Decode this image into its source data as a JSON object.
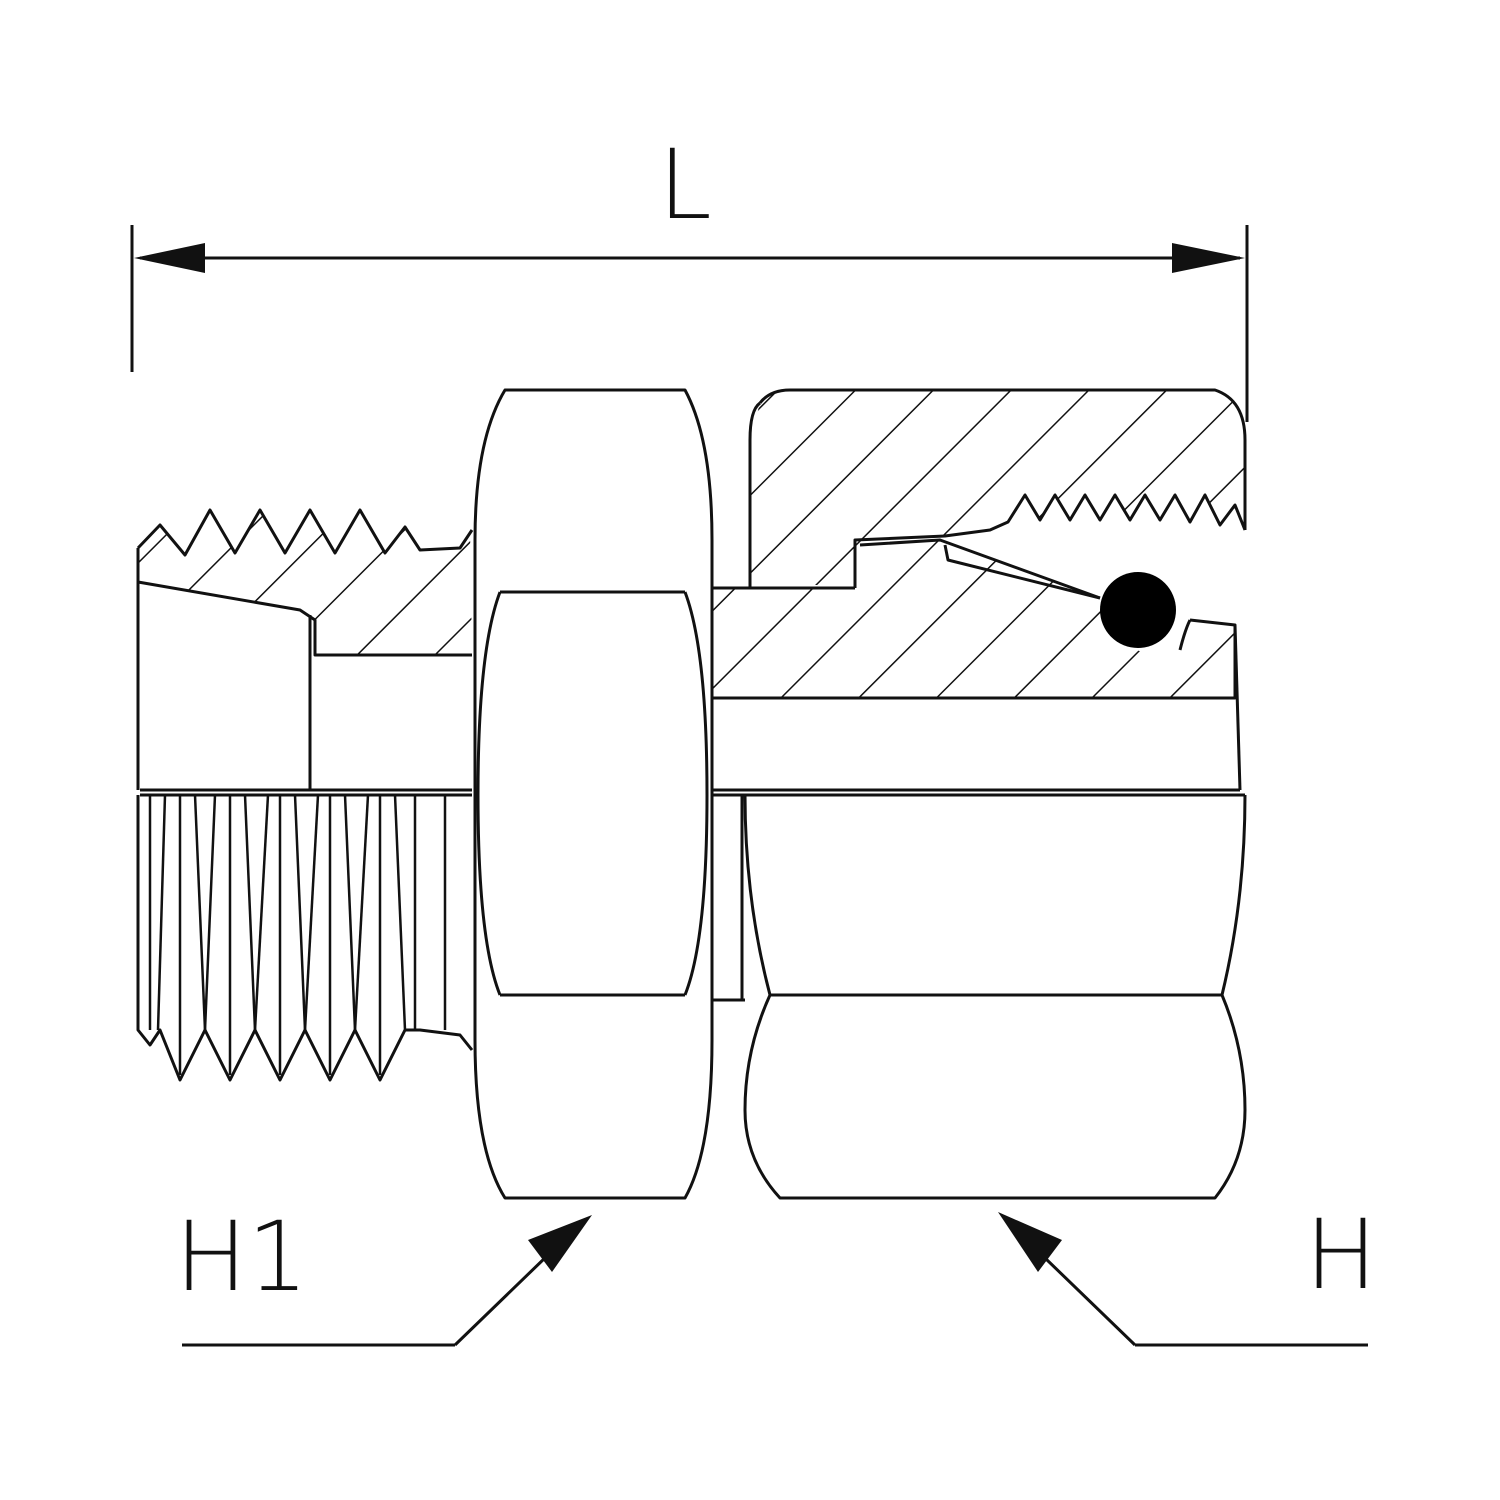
{
  "labels": {
    "length": "L",
    "hex_male": "H1",
    "hex_female": "H"
  },
  "colors": {
    "line": "#111111",
    "background": "#ffffff",
    "seal": "#000000"
  }
}
